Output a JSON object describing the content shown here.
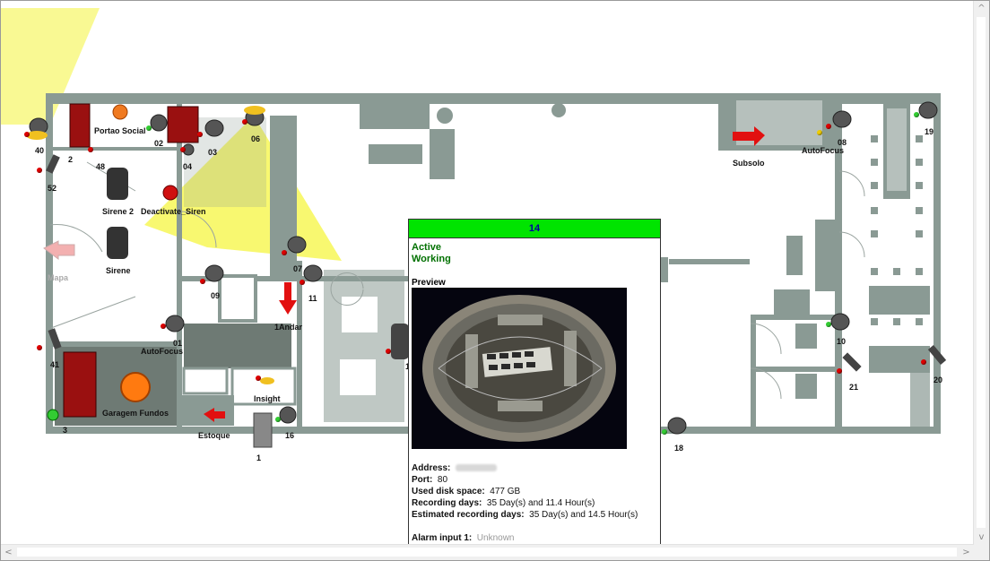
{
  "map": {
    "labels": {
      "cam40": "40",
      "cam2": "2",
      "portao_social": "Portao Social",
      "cam02": "02",
      "cam03": "03",
      "cam04": "04",
      "cam48": "48",
      "cam06": "06",
      "cam52": "52",
      "sirene2": "Sirene 2",
      "deactivate_siren": "Deactivate_Siren",
      "mapa": "Mapa",
      "sirene": "Sirene",
      "cam09": "09",
      "cam07": "07",
      "cam11": "11",
      "andar1": "1Andar",
      "cam01": "01",
      "autofocus1": "AutoFocus",
      "cam41": "41",
      "garagem_fundos": "Garagem Fundos",
      "cam3": "3",
      "insight": "Insight",
      "estoque": "Estoque",
      "cam16": "16",
      "cam1": "1",
      "subsolo": "Subsolo",
      "autofocus2": "AutoFocus",
      "cam08": "08",
      "cam19": "19",
      "cam10": "10",
      "cam21": "21",
      "cam20": "20",
      "cam18": "18",
      "cam1b": "1"
    }
  },
  "popup": {
    "title": "14",
    "status1": "Active",
    "status2": "Working",
    "preview_label": "Preview",
    "address_label": "Address:",
    "port_label": "Port:",
    "port_value": "80",
    "disk_label": "Used disk space:",
    "disk_value": "477 GB",
    "rec_label": "Recording days:",
    "rec_value": "35 Day(s) and 11.4 Hour(s)",
    "est_label": "Estimated recording days:",
    "est_value": "35 Day(s) and 14.5 Hour(s)",
    "alarm_label": "Alarm input 1:",
    "alarm_value": "Unknown"
  },
  "colors": {
    "wall": "#8a9a94",
    "header_green": "#00e400",
    "status_red": "#dd0000",
    "status_green": "#33cc33"
  }
}
